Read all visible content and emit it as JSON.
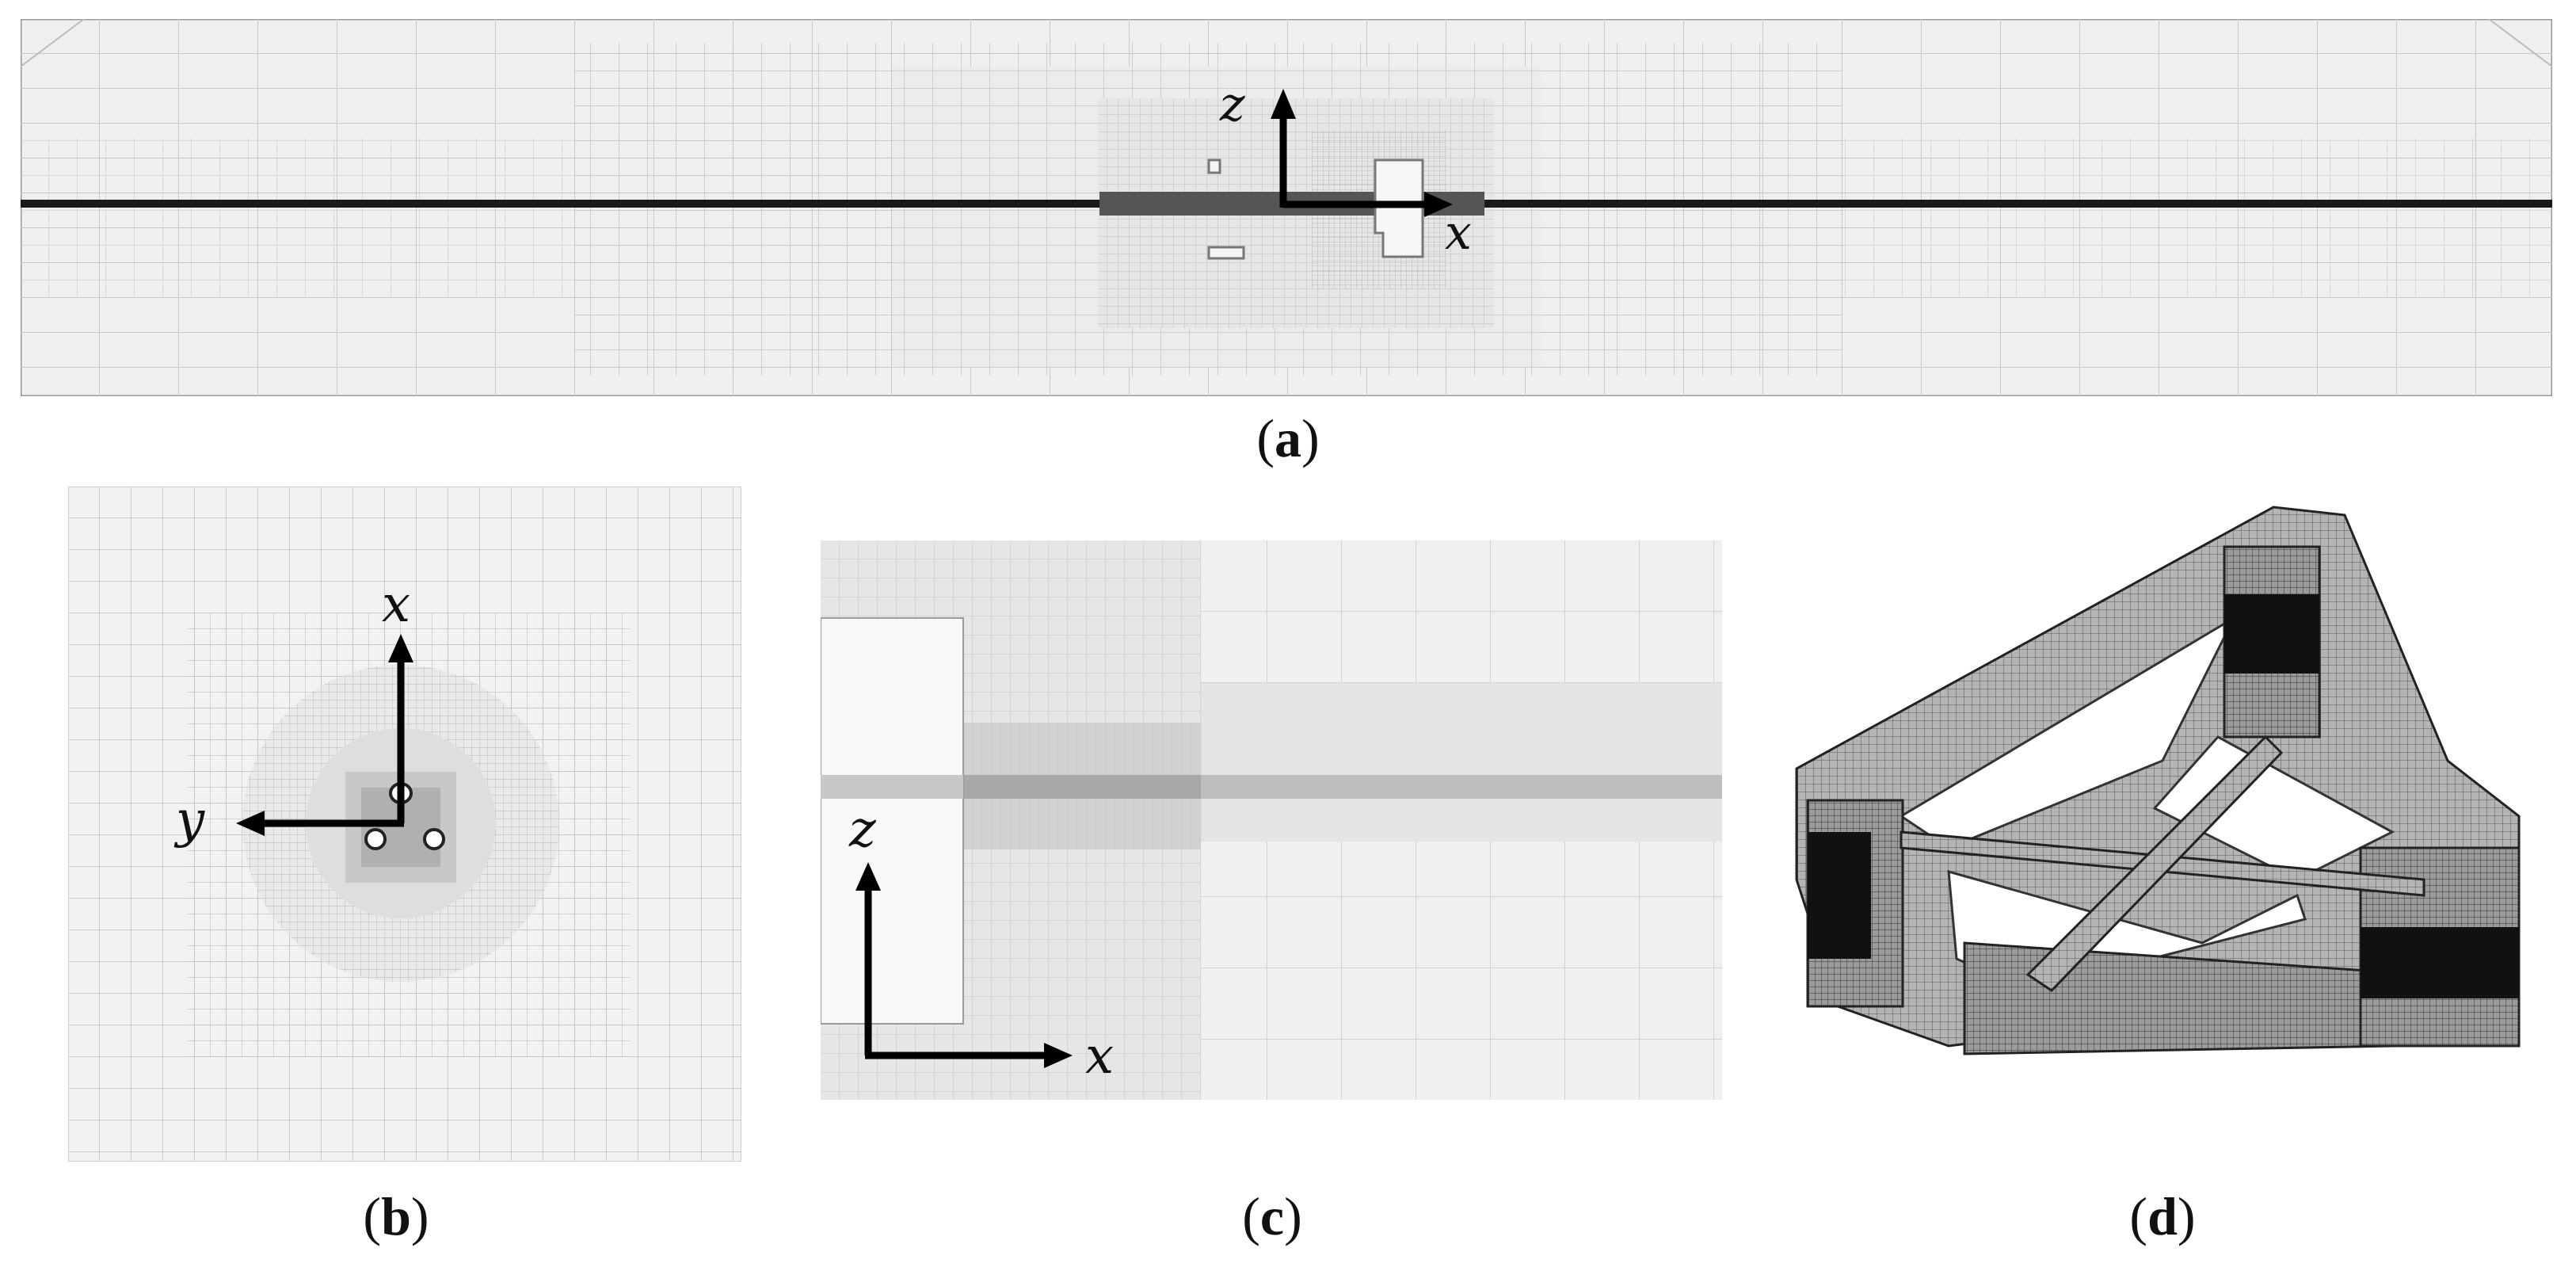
{
  "captions": {
    "a": "a",
    "b": "b",
    "c": "c",
    "d": "d"
  },
  "axes": {
    "a": {
      "vertical": "z",
      "horizontal": "x"
    },
    "b": {
      "vertical": "x",
      "horizontal": "y"
    },
    "c": {
      "vertical": "z",
      "horizontal": "x"
    }
  },
  "colors": {
    "mesh_line": "#bdbdbd",
    "background": "#efefef",
    "structure": "#555555",
    "axis": "#000000"
  }
}
